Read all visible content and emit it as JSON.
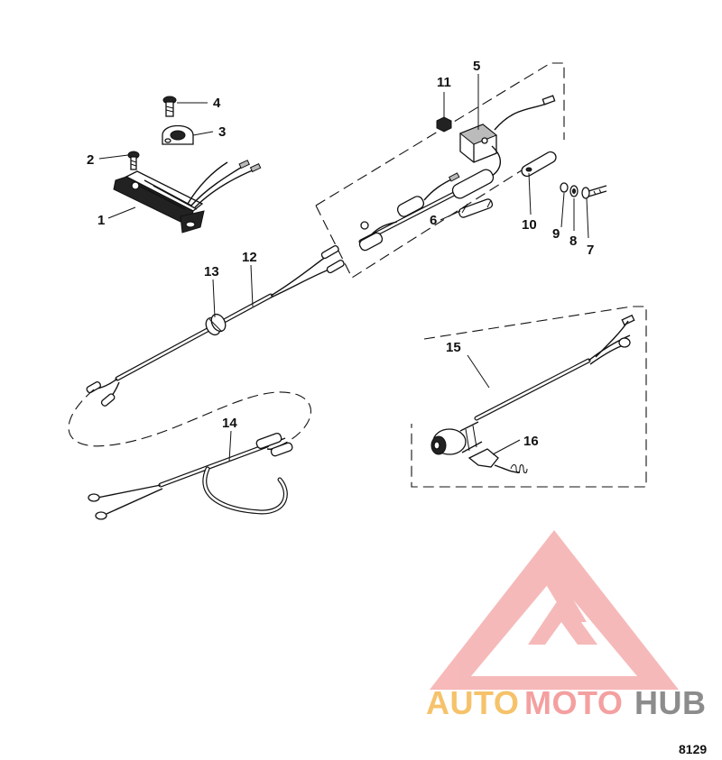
{
  "diagram": {
    "callouts": {
      "c1": "1",
      "c2": "2",
      "c3": "3",
      "c4": "4",
      "c5": "5",
      "c6": "6",
      "c7": "7",
      "c8": "8",
      "c9": "9",
      "c10": "10",
      "c11": "11",
      "c12": "12",
      "c13": "13",
      "c14": "14",
      "c15": "15",
      "c16": "16"
    },
    "figure_number": "8129"
  },
  "watermark": {
    "text_part1": "AUTO",
    "text_part2": "MOTO",
    "text_part3": "HUB",
    "colors": {
      "orange": "#f6c26a",
      "red": "#f4a0a0",
      "grey": "#8c8c8c"
    }
  }
}
